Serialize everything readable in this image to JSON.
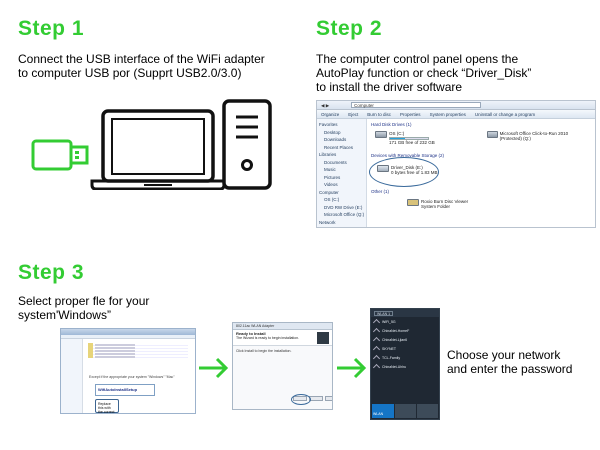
{
  "colors": {
    "step_title": "#33cc33",
    "arrow": "#33cc33",
    "usb": "#33cc33"
  },
  "steps": [
    {
      "title": "Step 1",
      "text": "Connect the USB interface of the WiFi adapter\n to computer USB por (Supprt USB2.0/3.0)"
    },
    {
      "title": "Step 2",
      "text": "The computer control panel opens the\nAutoPlay function or check “Driver_Disk”\n to install the driver software"
    },
    {
      "title": "Step 3",
      "text": "Select proper fle for your\nsystem'Windows”"
    }
  ],
  "step3_note": "Choose your network\nand enter the password",
  "icons": {
    "usb_adapter": "usb-adapter-icon",
    "laptop": "laptop-icon",
    "tower": "desktop-tower-icon",
    "arrow": "arrow-right-icon"
  },
  "explorer": {
    "address": "Computer",
    "toolbar": [
      "Organize",
      "Eject",
      "Burn to disc",
      "Properties",
      "System properties",
      "Uninstall or change a program"
    ],
    "nav": [
      "Favorites",
      "Desktop",
      "Downloads",
      "Recent Places",
      "Libraries",
      "Documents",
      "Music",
      "Pictures",
      "Videos",
      "Computer",
      "OS (C:)",
      "DVD RW Drive (E:)",
      "Microsoft Office (Q:)",
      "Network"
    ],
    "group_hdd": "Hard Disk Drives (1)",
    "drive_c": "OS (C:)",
    "drive_c_free": "171 GB free of 232 GB",
    "office": "Microsoft Office Click-to-Run 2010 (Protected) (Q:)",
    "group_removable": "Devices with Removable Storage (2)",
    "driver_disk": "Driver_Disk (E:)",
    "driver_disk_sub": "0 bytes free of 1.83 MB",
    "group_other": "Other (1)",
    "roxio": "Roxio Burn Disc Viewer",
    "roxio_sub": "System Folder"
  },
  "win_shot": {
    "note": "Except if the appropriate your system \"Windows\" \"Mac\"",
    "folder": "WifiAutoInstallSetup",
    "tip": "Replace this with the correct"
  },
  "setup_shot": {
    "title": "802.11ac WLAN Adapter",
    "header": "Ready to Install",
    "sub": "The Wizard is ready to begin installation.",
    "body": "Click Install to begin the installation."
  },
  "net_shot": {
    "selector": "WLAN 1",
    "networks": [
      "WiFi_5G",
      "ChinaNet-HomeF",
      "ChinaNet-Ljian6",
      "SKYNET",
      "TCL-Family",
      "ChinaNet-Uhhu"
    ],
    "tile_label": "WLAN"
  }
}
